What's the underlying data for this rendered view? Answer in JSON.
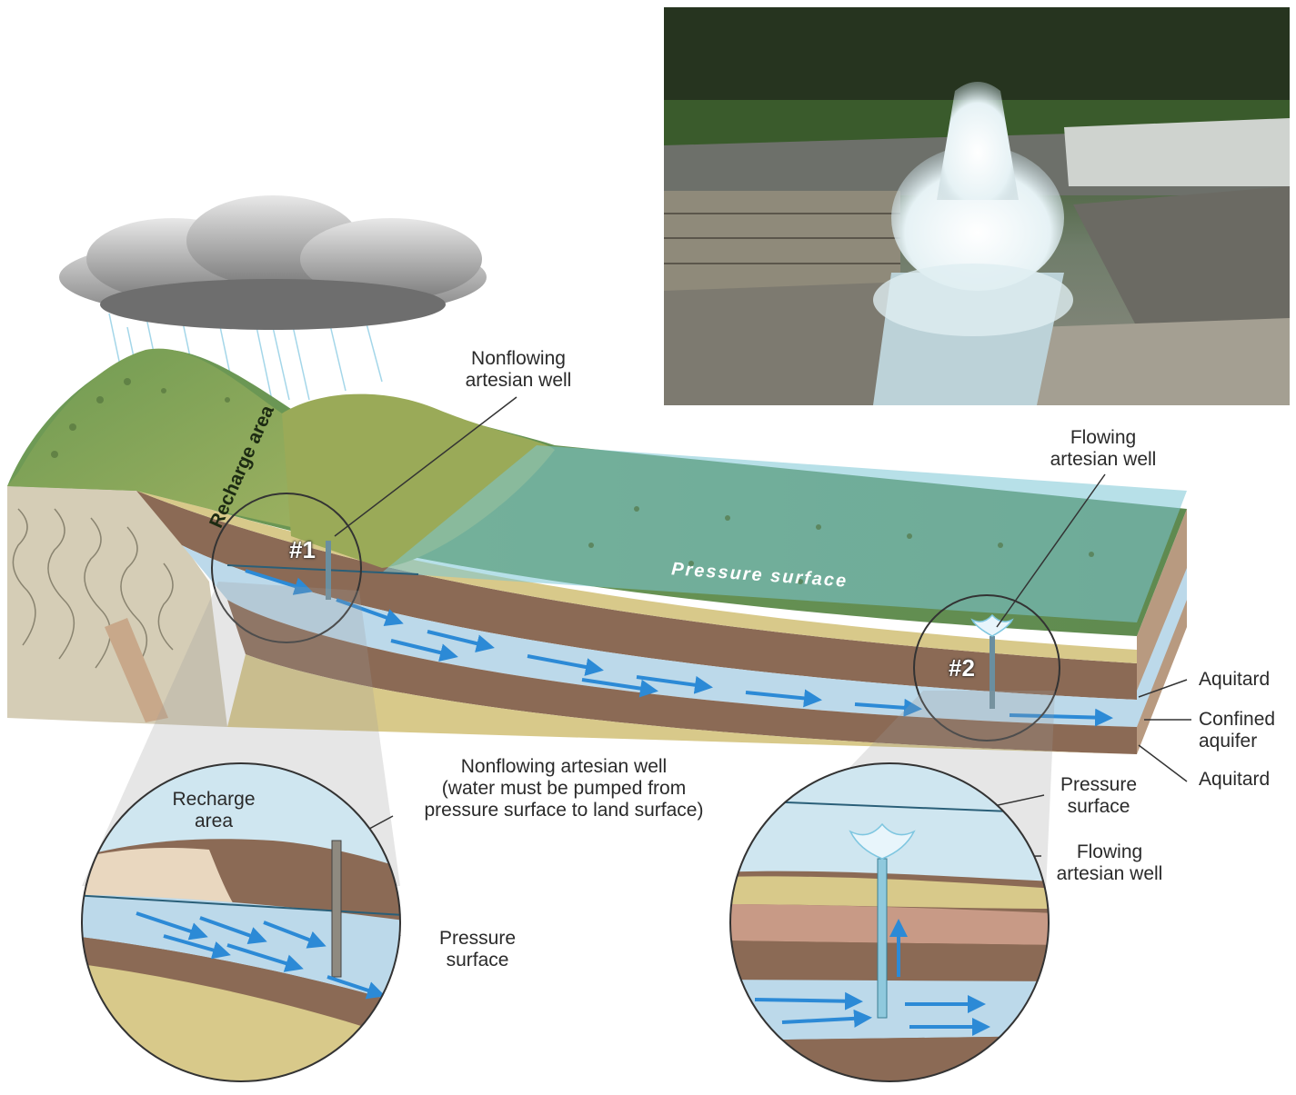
{
  "labels": {
    "nonflowing_top_l1": "Nonflowing",
    "nonflowing_top_l2": "artesian well",
    "recharge_area_main": "Recharge area",
    "well1_badge": "#1",
    "pressure_surface_main": "Pressure surface",
    "flowing_top_l1": "Flowing",
    "flowing_top_l2": "artesian well",
    "well2_badge": "#2",
    "aquitard_top": "Aquitard",
    "confined_l1": "Confined",
    "confined_l2": "aquifer",
    "aquitard_bottom": "Aquitard",
    "nonflowing_caption_l1": "Nonflowing artesian well",
    "nonflowing_caption_l2": "(water must be pumped from",
    "nonflowing_caption_l3": "pressure surface to land surface)",
    "inset_recharge_l1": "Recharge",
    "inset_recharge_l2": "area",
    "inset_pressure_left_l1": "Pressure",
    "inset_pressure_left_l2": "surface",
    "inset_pressure_right_l1": "Pressure",
    "inset_pressure_right_l2": "surface",
    "inset_flowing_l1": "Flowing",
    "inset_flowing_l2": "artesian well"
  },
  "colors": {
    "sky_water": "#bfe0ee",
    "pressure_plane": "#7cc6d6",
    "aquitard": "#8b6a55",
    "aquifer": "#bcd9ea",
    "flow_arrow": "#2c8ad6",
    "sand": "#d8c98a",
    "land": "#7b9a4a",
    "hills": "#8aa455",
    "bedrock": "#d5cdb6"
  },
  "icons": {
    "cloud": "rain-cloud-icon",
    "fountain": "water-spray-icon"
  }
}
